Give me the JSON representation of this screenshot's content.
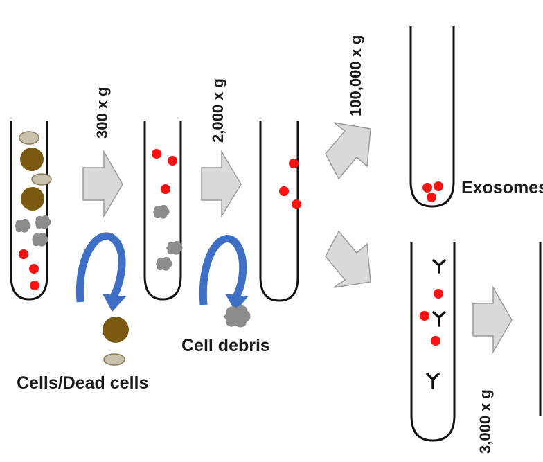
{
  "speeds": {
    "s1": "300 x g",
    "s2": "2,000 x g",
    "s3": "100,000 x g",
    "s4": "3,000 x g"
  },
  "labels": {
    "cells_dead_cells": "Cells/Dead cells",
    "cell_debris": "Cell debris",
    "exosomes": "Exosomes"
  },
  "colors": {
    "cell": "#7a5a10",
    "dead_cell": "#c9c1ad",
    "debris": "#8c8c8c",
    "exosome": "#ff1111",
    "arrow_fill": "#d9d9d9",
    "arrow_stroke": "#9a9a9a",
    "curve": "#3f6fc4",
    "tube": "#111111"
  }
}
